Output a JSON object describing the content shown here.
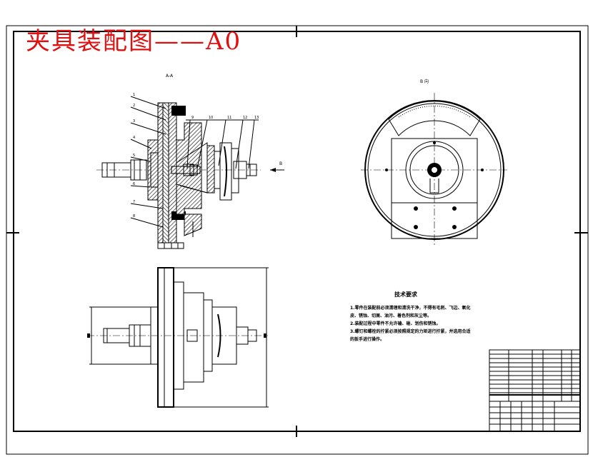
{
  "title": "夹具装配图——A0",
  "views": {
    "section_label": "A-A",
    "side_view_label": "B 向",
    "arrow_label": "B"
  },
  "leaders": [
    "1",
    "2",
    "3",
    "4",
    "5",
    "6",
    "7",
    "8",
    "9",
    "10",
    "11",
    "12",
    "13"
  ],
  "tech_req": {
    "heading": "技术要求",
    "lines": [
      "1.零件在装配前必须清理和清洗干净，不得有毛刺、飞边、氧化",
      "皮、锈蚀、切屑、油污、着色剂和灰尘等。",
      "2.装配过程中零件不允许磕、碰、划伤和锈蚀。",
      "3.螺钉和螺栓的拧紧必须按照规定的力矩进行拧紧，并选用合适",
      "的扳手进行操作。"
    ]
  }
}
